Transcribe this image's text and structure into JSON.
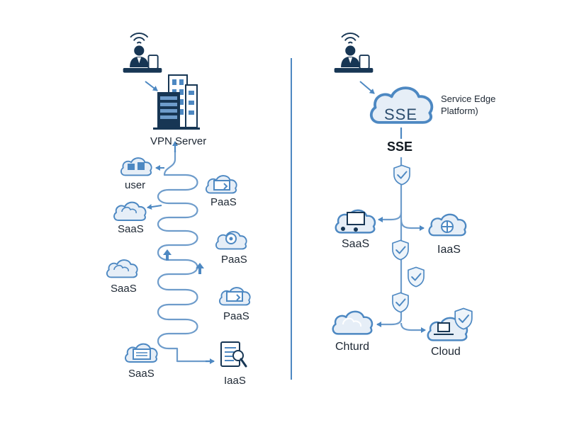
{
  "colors": {
    "accent": "#4d88c2",
    "line": "#6e9ccb",
    "dark": "#173654",
    "cloud_fill": "#e6eef7",
    "text": "#1d2733"
  },
  "left": {
    "vpn_label": "VPN Server",
    "nodes": [
      {
        "label": "user",
        "icon": "cloud-icon"
      },
      {
        "label": "PaaS",
        "icon": "cloud-icon"
      },
      {
        "label": "SaaS",
        "icon": "cloud-icon"
      },
      {
        "label": "PaaS",
        "icon": "cloud-icon"
      },
      {
        "label": "SaaS",
        "icon": "cloud-icon"
      },
      {
        "label": "PaaS",
        "icon": "cloud-icon"
      },
      {
        "label": "SaaS",
        "icon": "cloud-icon"
      },
      {
        "label": "IaaS",
        "icon": "document-icon"
      }
    ]
  },
  "right": {
    "sse_cloud_text": "SSE",
    "platform_note": "Service Edge Platform)",
    "sse_label": "SSE",
    "nodes": [
      {
        "label": "SaaS",
        "icon": "cloud-icon"
      },
      {
        "label": "IaaS",
        "icon": "cloud-icon"
      },
      {
        "label": "Chturd",
        "icon": "cloud-icon"
      },
      {
        "label": "Cloud",
        "icon": "cloud-icon"
      }
    ]
  }
}
